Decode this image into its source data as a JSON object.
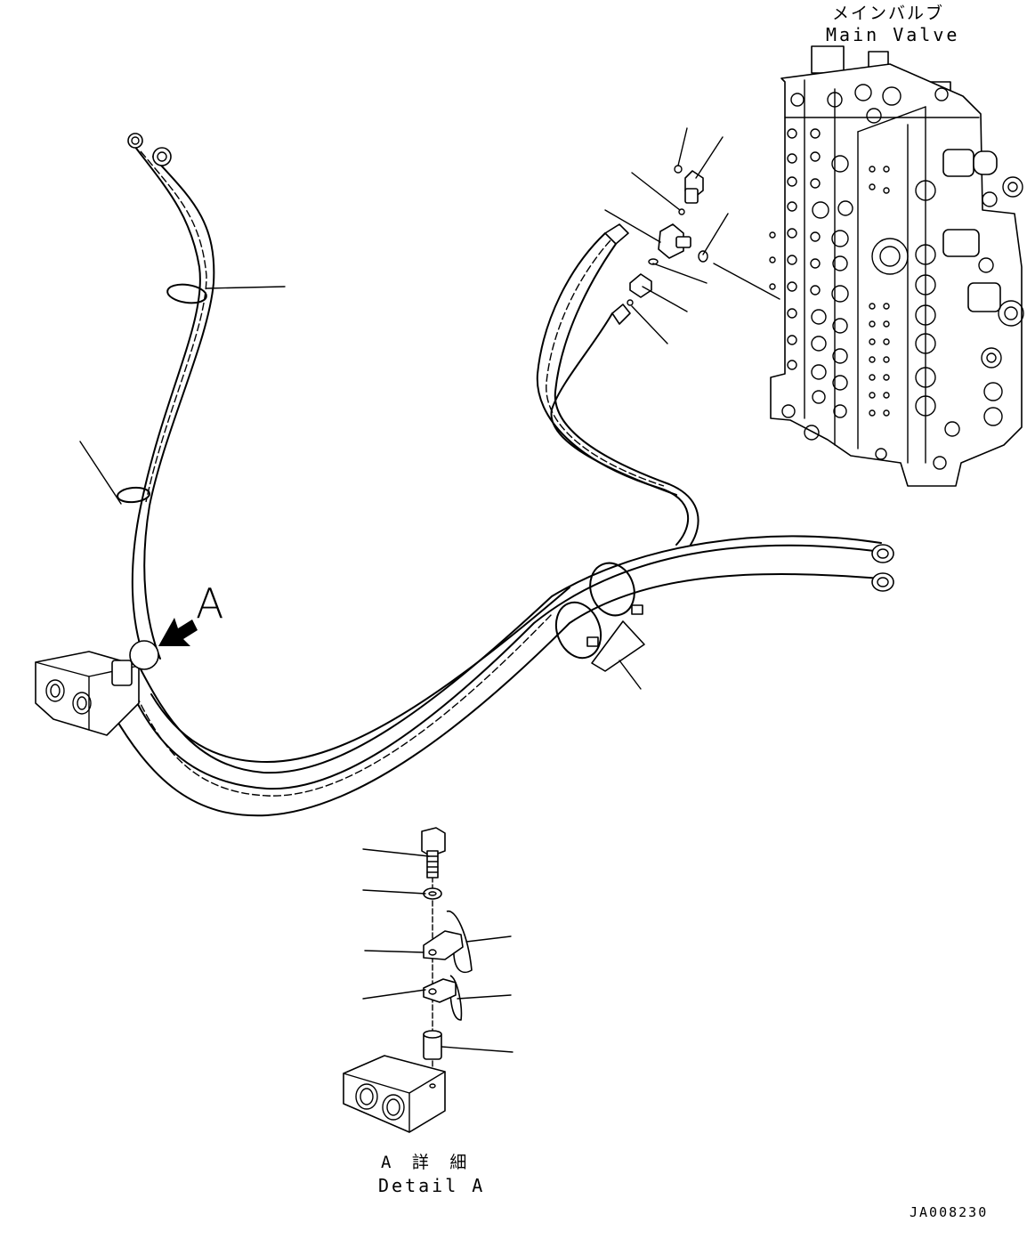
{
  "labels": {
    "main_valve_jp": "メインバルブ",
    "main_valve_en": "Main Valve",
    "view_marker": "A",
    "detail_jp": "A 詳 細",
    "detail_en": "Detail A",
    "drawing_code": "JA008230"
  }
}
